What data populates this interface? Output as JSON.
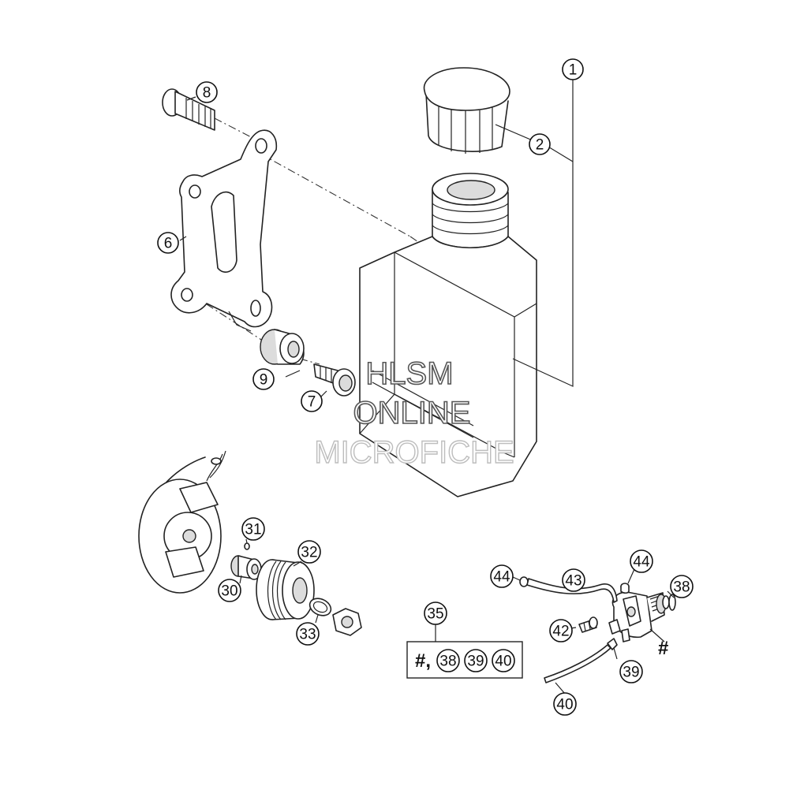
{
  "callouts": [
    {
      "id": "c1",
      "label": "1"
    },
    {
      "id": "c2",
      "label": "2"
    },
    {
      "id": "c6",
      "label": "6"
    },
    {
      "id": "c7",
      "label": "7"
    },
    {
      "id": "c8",
      "label": "8"
    },
    {
      "id": "c9",
      "label": "9"
    },
    {
      "id": "c30",
      "label": "30"
    },
    {
      "id": "c31",
      "label": "31"
    },
    {
      "id": "c32",
      "label": "32"
    },
    {
      "id": "c33",
      "label": "33"
    },
    {
      "id": "c35",
      "label": "35"
    },
    {
      "id": "c38a",
      "label": "38"
    },
    {
      "id": "c38b",
      "label": "38"
    },
    {
      "id": "c39a",
      "label": "39"
    },
    {
      "id": "c39b",
      "label": "39"
    },
    {
      "id": "c40a",
      "label": "40"
    },
    {
      "id": "c40b",
      "label": "40"
    },
    {
      "id": "c42",
      "label": "42"
    },
    {
      "id": "c43",
      "label": "43"
    },
    {
      "id": "c44a",
      "label": "44"
    },
    {
      "id": "c44b",
      "label": "44"
    }
  ],
  "kit": {
    "prefix": "#,"
  },
  "pump_mark": "#",
  "watermark": {
    "line1": "HLSM",
    "line2": "ONLINE",
    "line3": "MICROFICHE"
  }
}
